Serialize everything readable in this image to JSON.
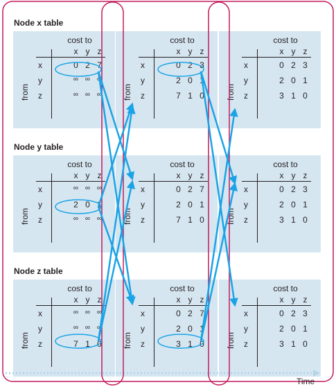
{
  "labels": {
    "cost_to": "cost to",
    "from": "from",
    "time": "Time"
  },
  "headers": [
    "x",
    "y",
    "z"
  ],
  "tables": [
    {
      "title": "Node x table",
      "stages": [
        [
          [
            "0",
            "2",
            "7"
          ],
          [
            "∞",
            "∞",
            "∞"
          ],
          [
            "∞",
            "∞",
            "∞"
          ]
        ],
        [
          [
            "0",
            "2",
            "3"
          ],
          [
            "2",
            "0",
            "1"
          ],
          [
            "7",
            "1",
            "0"
          ]
        ],
        [
          [
            "0",
            "2",
            "3"
          ],
          [
            "2",
            "0",
            "1"
          ],
          [
            "3",
            "1",
            "0"
          ]
        ]
      ]
    },
    {
      "title": "Node y table",
      "stages": [
        [
          [
            "∞",
            "∞",
            "∞"
          ],
          [
            "2",
            "0",
            "1"
          ],
          [
            "∞",
            "∞",
            "∞"
          ]
        ],
        [
          [
            "0",
            "2",
            "7"
          ],
          [
            "2",
            "0",
            "1"
          ],
          [
            "7",
            "1",
            "0"
          ]
        ],
        [
          [
            "0",
            "2",
            "3"
          ],
          [
            "2",
            "0",
            "1"
          ],
          [
            "3",
            "1",
            "0"
          ]
        ]
      ]
    },
    {
      "title": "Node z table",
      "stages": [
        [
          [
            "∞",
            "∞",
            "∞"
          ],
          [
            "∞",
            "∞",
            "∞"
          ],
          [
            "7",
            "1",
            "0"
          ]
        ],
        [
          [
            "0",
            "2",
            "7"
          ],
          [
            "2",
            "0",
            "1"
          ],
          [
            "3",
            "1",
            "0"
          ]
        ],
        [
          [
            "0",
            "2",
            "3"
          ],
          [
            "2",
            "0",
            "1"
          ],
          [
            "3",
            "1",
            "0"
          ]
        ]
      ]
    }
  ],
  "colors": {
    "panel": "#d6e6f1",
    "arrow": "#1aa3e6",
    "oval": "#c2185b",
    "timeline": "#b3d4ea"
  }
}
